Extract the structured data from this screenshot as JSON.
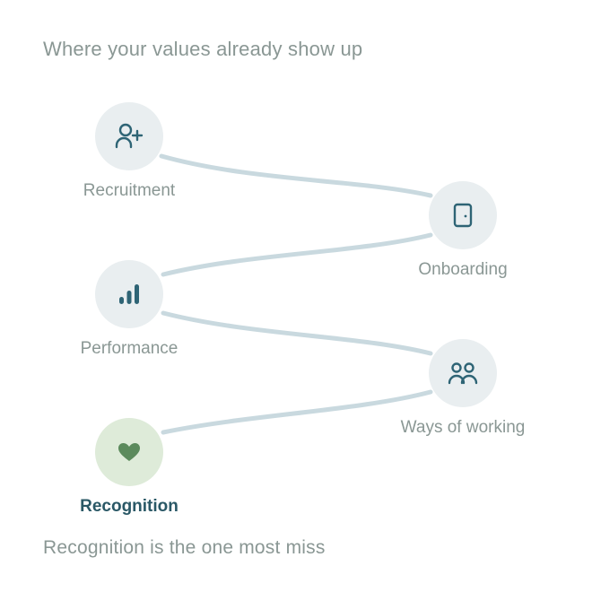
{
  "heading": "Where your values already show up",
  "footer": "Recognition is the one most miss",
  "colors": {
    "line": "#c9d9df",
    "node_bg": "#e9eef0",
    "node_active_bg": "#deebd9",
    "icon": "#2e6475",
    "icon_active": "#5b8a5c",
    "label": "#8a9794",
    "label_active": "#2a5866"
  },
  "nodes": [
    {
      "label": "Recruitment",
      "icon": "add-user-icon"
    },
    {
      "label": "Onboarding",
      "icon": "door-icon"
    },
    {
      "label": "Performance",
      "icon": "bar-chart-icon"
    },
    {
      "label": "Ways of working",
      "icon": "people-icon"
    },
    {
      "label": "Recognition",
      "icon": "heart-icon",
      "highlighted": true
    }
  ]
}
